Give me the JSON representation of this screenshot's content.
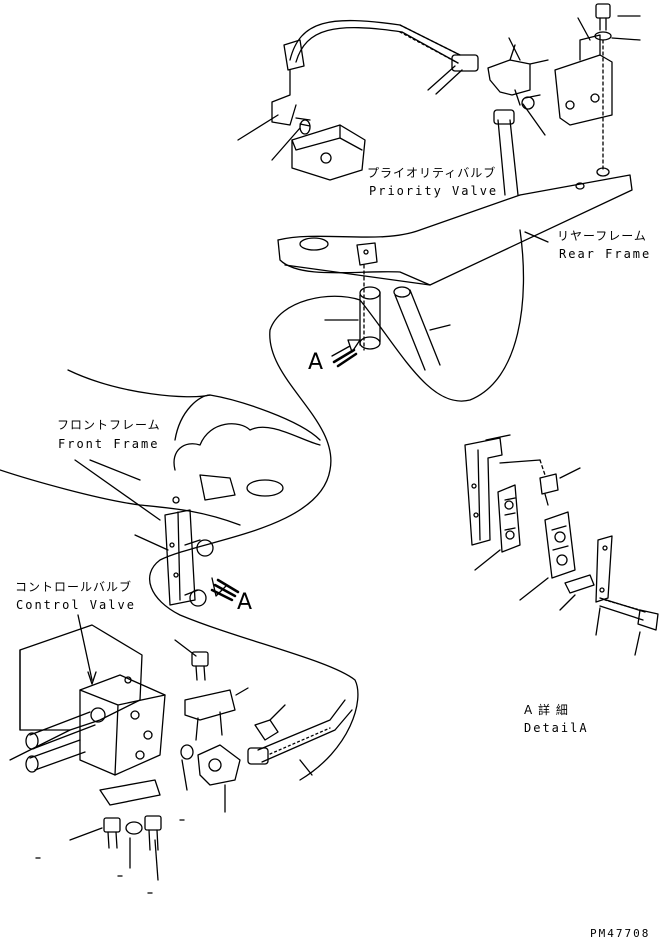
{
  "labels": {
    "priority_valve_jp": "プライオリティバルブ",
    "priority_valve_en": "Priority Valve",
    "rear_frame_jp": "リヤーフレーム",
    "rear_frame_en": "Rear Frame",
    "front_frame_jp": "フロントフレーム",
    "front_frame_en": "Front Frame",
    "control_valve_jp": "コントロールバルブ",
    "control_valve_en": "Control Valve",
    "view_marker_upper": "A",
    "view_marker_lower": "A",
    "detail_jp": "A 詳 細",
    "detail_en": "DetailA",
    "drawing_number": "PM47708"
  }
}
